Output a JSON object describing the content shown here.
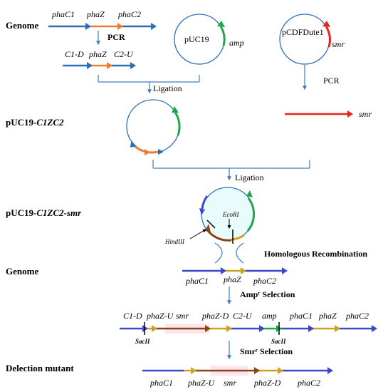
{
  "section_labels": {
    "genome_top": "Genome",
    "puc19_c1zc2": "pUC19-C1ZC2",
    "puc19_c1zc2_smr": "pUC19-C1ZC2-smr",
    "genome_middle": "Genome",
    "deletion_mutant": "Delection mutant"
  },
  "gene_labels": {
    "top": [
      "phaC1",
      "phaZ",
      "phaC2"
    ],
    "pcr_fragment": [
      "C1-D",
      "phaZ",
      "C2-U"
    ],
    "middle_genome": [
      "phaC1",
      "phaZ",
      "phaC2"
    ],
    "integrated": [
      "C1-D",
      "phaZ-U",
      "smr",
      "phaZ-D",
      "C2-U",
      "amp",
      "phaC1",
      "phaZ",
      "phaC2"
    ],
    "mutant": [
      "phaC1",
      "phaZ-U",
      "smr",
      "phaZ-D",
      "phaC2"
    ]
  },
  "plasmids": {
    "puc19": "pUC19",
    "puc19_marker": "amp",
    "pcdf": "pCDFDute1",
    "pcdf_marker": "smr"
  },
  "steps": {
    "pcr1": "PCR",
    "pcr2": "PCR",
    "ligation1": "Ligation",
    "ligation2": "Ligation",
    "homologous_recombination": "Homologous Recombination",
    "amp_selection": "Ampʳ Selection",
    "smr_selection": "Smrʳ Selection"
  },
  "smr_fragment_label": "smr",
  "restriction_sites": {
    "ecori": "EcoRI",
    "hindiii": "HindIII",
    "sacii_1": "SacII",
    "sacii_2": "SacII"
  },
  "colors": {
    "blue": "#2e6db4",
    "orange": "#ee7d31",
    "green": "#1fa64a",
    "red": "#e8231d",
    "brown": "#8b4513",
    "gold": "#c9a227"
  }
}
